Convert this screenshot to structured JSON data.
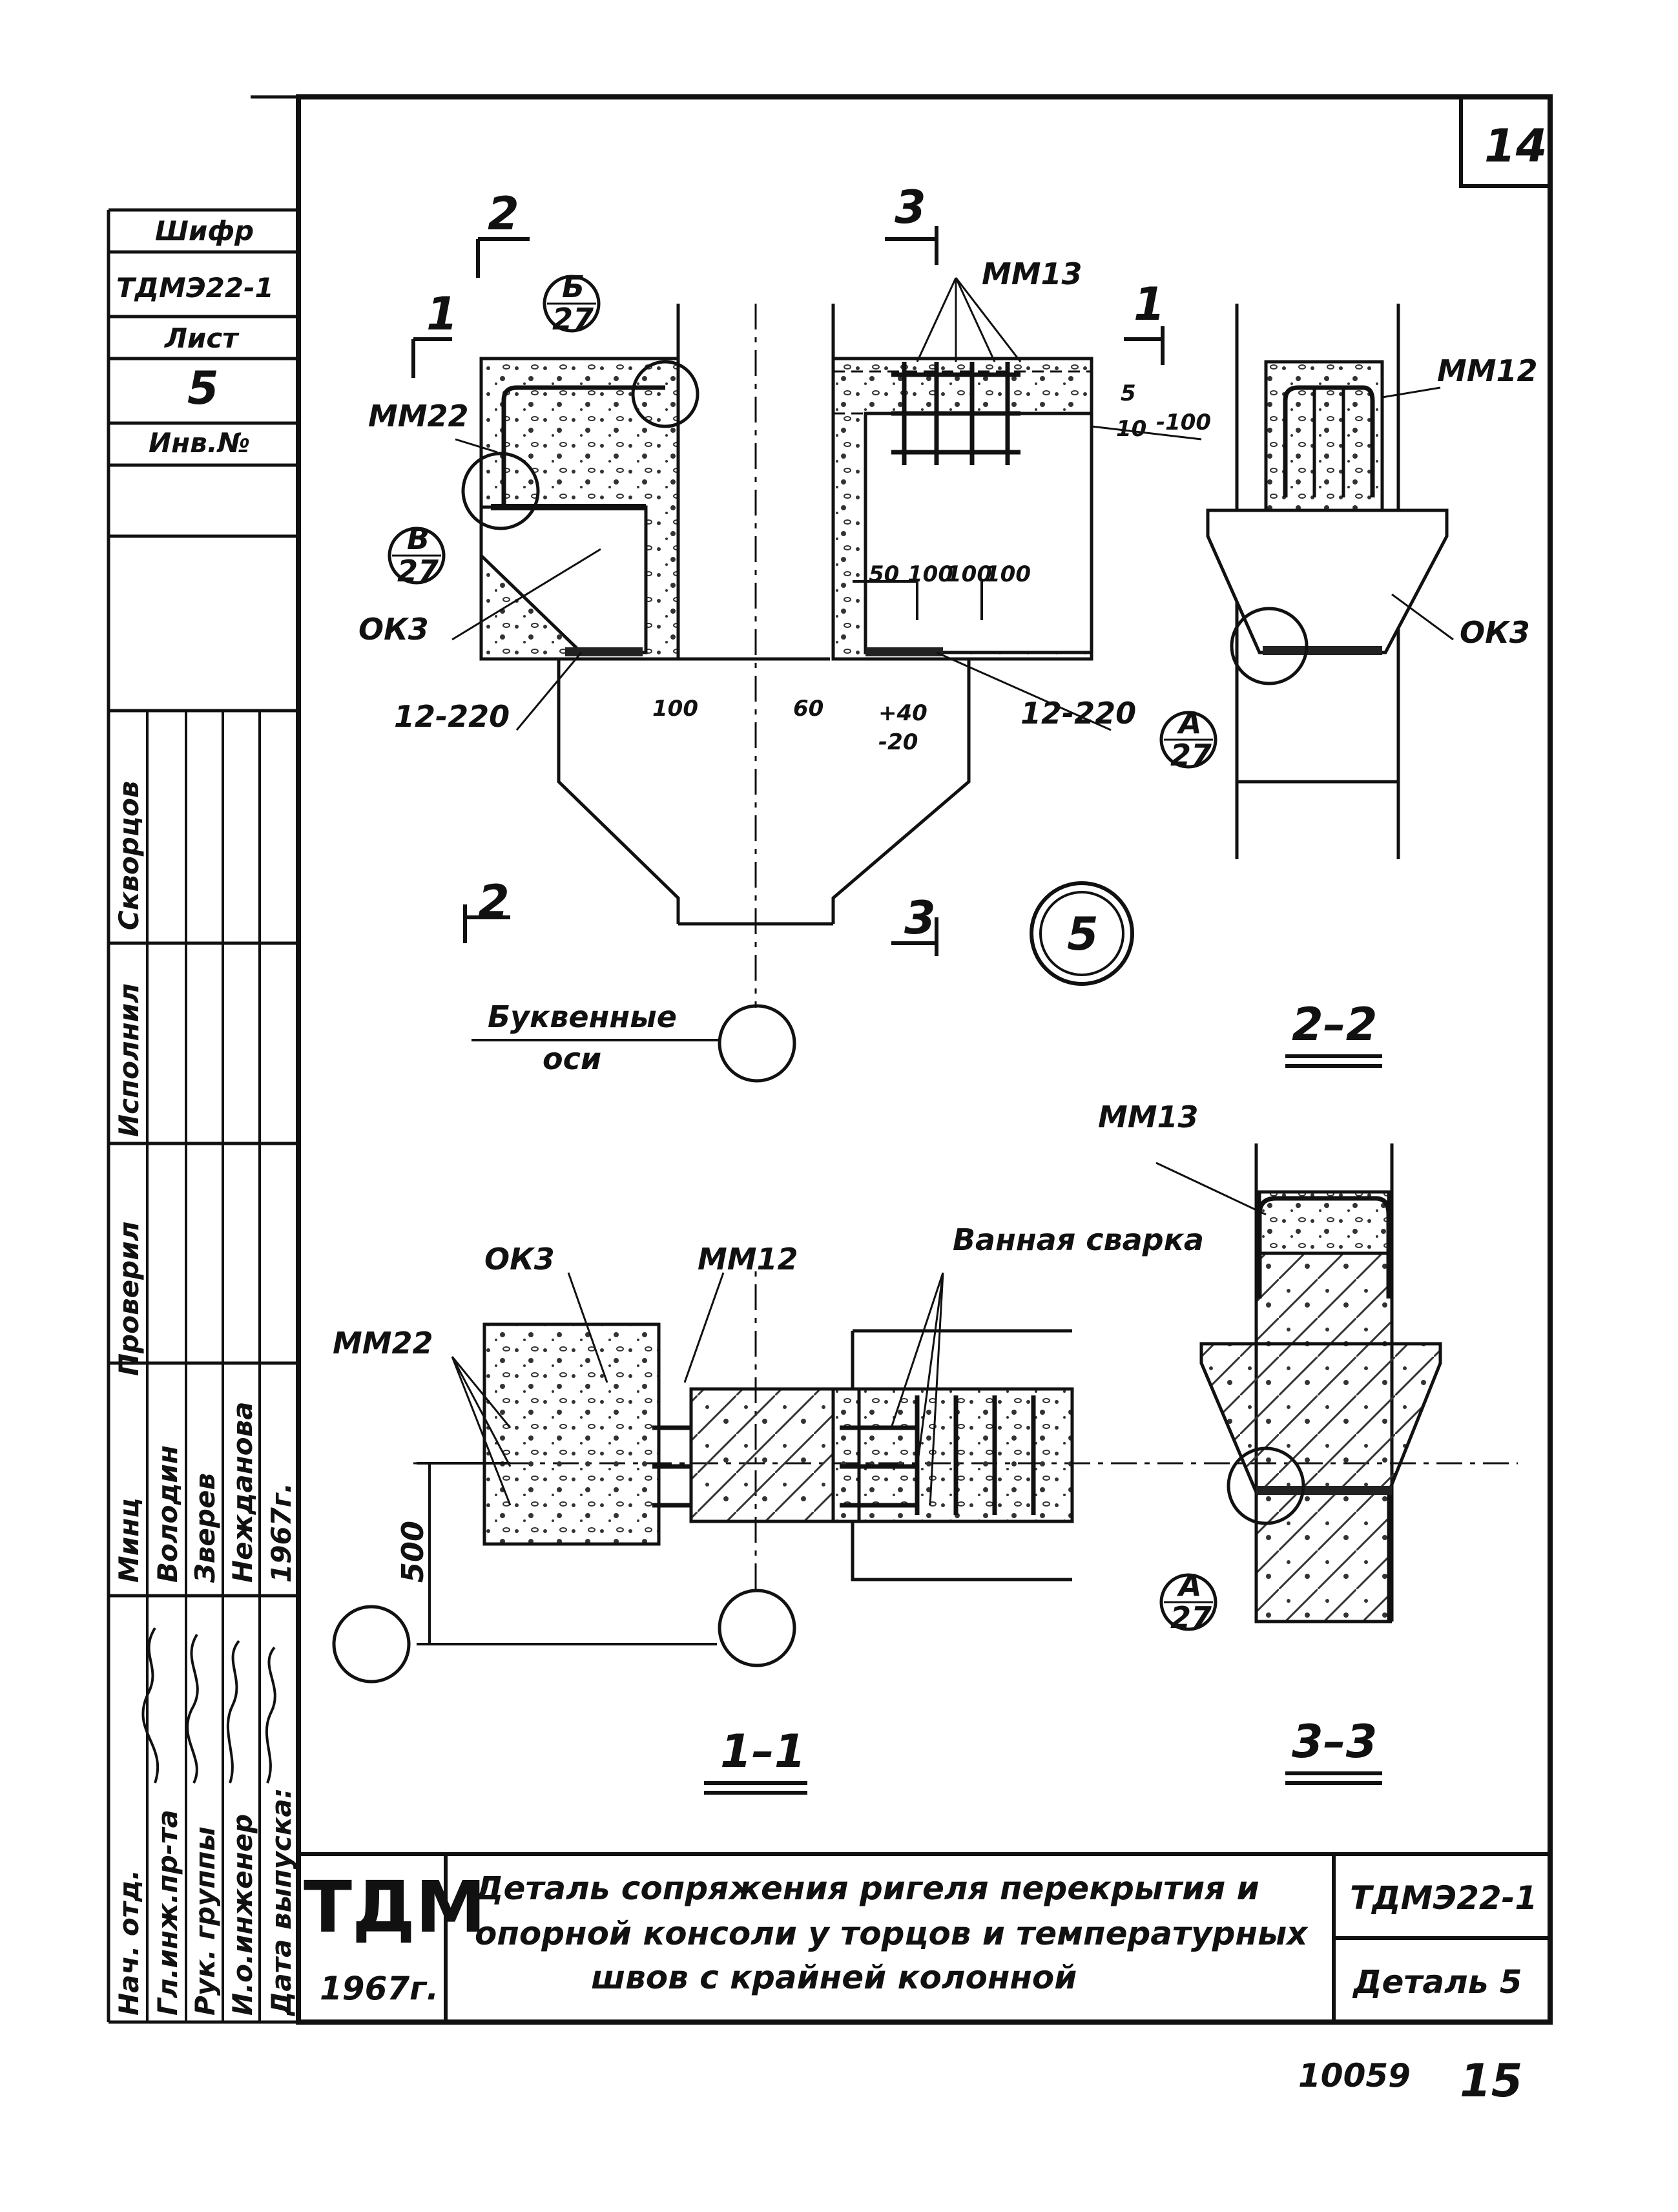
{
  "sheet_number_top": "14",
  "page_number_bottom": "15",
  "archive_number": "10059",
  "detail_circle": "5",
  "side_stamp": {
    "cipher_label": "Шифр",
    "cipher_value": "ТДМЭ22-1",
    "sheet_label": "Лист",
    "sheet_value": "5",
    "inv_label": "Инв.№"
  },
  "signature_block": {
    "roles": [
      "Нач. отд.",
      "Гл.инж.пр-та",
      "Рук. группы",
      "И.о.инженер",
      "Дата выпуска:"
    ],
    "names": [
      "Минц",
      "Володин",
      "Зверев",
      "Нежданова",
      "1967г."
    ],
    "upper_roles": [
      "Проверил",
      "Исполнил",
      "Скворцов"
    ]
  },
  "title_block": {
    "org": "ТДМ",
    "year": "1967г.",
    "title_line1": "Деталь сопряжения ригеля перекрытия и",
    "title_line2": "опорной консоли у торцов и температурных",
    "title_line3": "швов с крайней колонной",
    "code": "ТДМЭ22-1",
    "detail": "Деталь 5"
  },
  "labels": {
    "mm22": "ММ22",
    "mm13": "ММ13",
    "mm12": "ММ12",
    "ok3": "ОК3",
    "weld_220": "12-220",
    "spacing": "5",
    "spacing_den": "10",
    "spacing_val": "-100",
    "d50": "50",
    "d100a": "100",
    "d100b": "100",
    "d100c": "100",
    "d100": "100",
    "d60": "60",
    "tol": "+40",
    "tol2": "-20",
    "d500": "500",
    "letter_axes": "Буквенные",
    "axes": "оси",
    "bath_weld": "Ванная сварка",
    "call_b_top": "Б",
    "call_b_bot": "27",
    "call_v_top": "В",
    "call_v_bot": "27",
    "call_a_top": "А",
    "call_a_bot": "27",
    "sec1": "1",
    "sec2": "2",
    "sec3": "3"
  },
  "section_titles": {
    "s22": "2–2",
    "s11": "1–1",
    "s33": "3–3"
  }
}
